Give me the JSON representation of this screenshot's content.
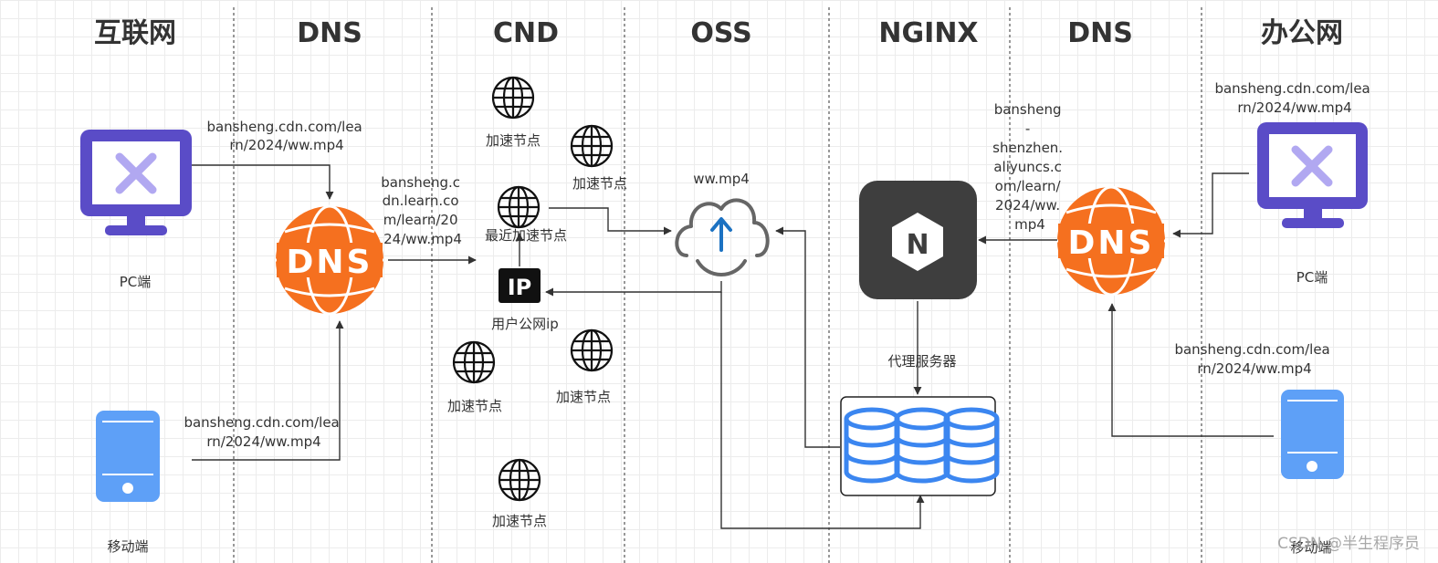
{
  "columns": [
    "互联网",
    "DNS",
    "CND",
    "OSS",
    "NGINX",
    "DNS",
    "办公网"
  ],
  "colors": {
    "monitor": "#5a4cc7",
    "monitor_x": "#b1a8f1",
    "dns": "#f5701f",
    "phone": "#5ea0f7",
    "database": "#3b86f0",
    "cloud_outline": "#666666",
    "cloud_arrow": "#1c72c2",
    "nginx_bg": "#3e3e3e"
  },
  "nodes": {
    "pc_left": "PC端",
    "mobile_left": "移动端",
    "dns_left_icon": "DNS",
    "cdn_top": "加速节点",
    "cdn_top_right": "加速节点",
    "cdn_nearest": "最近加速节点",
    "user_ip": "用户公网ip",
    "user_ip_icon": "IP",
    "cdn_mid_left": "加速节点",
    "cdn_mid_right": "加速节点",
    "cdn_bottom": "加速节点",
    "oss_file": "ww.mp4",
    "proxy_server": "代理服务器",
    "nginx_icon": "N",
    "dns_right_icon": "DNS",
    "pc_right": "PC端",
    "mobile_right": "移动端"
  },
  "edge_labels": {
    "pc_left_to_dns": [
      "bansheng.cdn.com/lea",
      "rn/2024/ww.mp4"
    ],
    "mobile_left_to_dns": [
      "bansheng.cdn.com/lea",
      "rn/2024/ww.mp4"
    ],
    "dns_to_cdn": [
      "bansheng.c",
      "dn.learn.co",
      "m/learn/20",
      "24/ww.mp4"
    ],
    "dns_right_to_nginx": [
      "bansheng",
      "-",
      "shenzhen.",
      "aliyuncs.c",
      "om/learn/",
      "2024/ww.",
      "mp4"
    ],
    "pc_right_to_dns": [
      "bansheng.cdn.com/lea",
      "rn/2024/ww.mp4"
    ],
    "mobile_right_to_dns": [
      "bansheng.cdn.com/lea",
      "rn/2024/ww.mp4"
    ]
  },
  "watermark": "CSDN @半生程序员"
}
